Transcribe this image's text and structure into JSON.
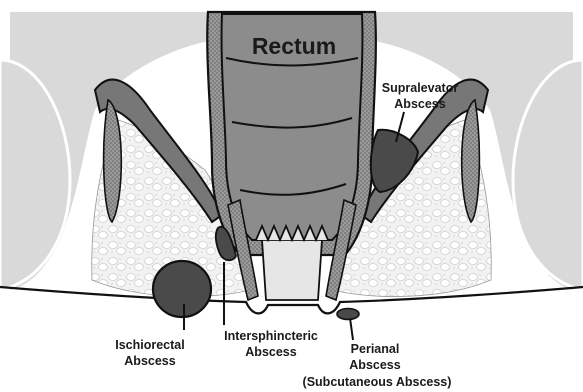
{
  "diagram": {
    "title": "Rectum",
    "labels": {
      "supralevator": [
        "Supralevator",
        "Abscess"
      ],
      "ischiorectal": [
        "Ischiorectal",
        "Abscess"
      ],
      "intersphincteric": [
        "Intersphincteric",
        "Abscess"
      ],
      "perianal": [
        "Perianal",
        "Abscess",
        "(Subcutaneous Abscess)"
      ]
    },
    "colors": {
      "background": "#ffffff",
      "pelvis_bone": "#d9d9d9",
      "levator_muscle": "#777777",
      "fat_speckle": "#eeeeee",
      "rectum": "#8c8c8c",
      "abscess": "#4a4a4a",
      "outline": "#111111"
    }
  }
}
